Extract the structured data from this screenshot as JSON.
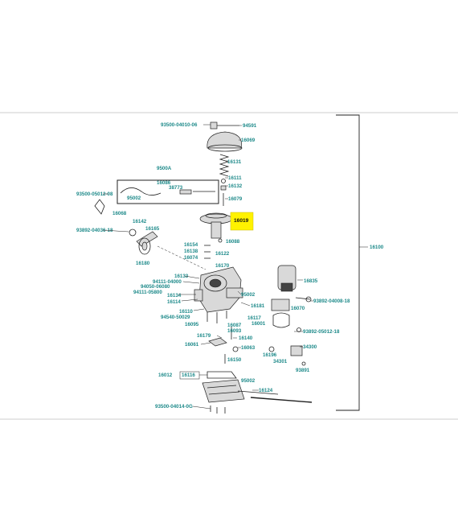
{
  "highlight": {
    "part": "16019",
    "color": "#fff200"
  },
  "label_color": "#1e8a8a",
  "main_label": "16100",
  "labels": [
    "93500-04010-06",
    "94591",
    "16069",
    "16131",
    "9500A",
    "16086",
    "16111",
    "38773",
    "16132",
    "93500-05012-08",
    "95002",
    "16079",
    "16068",
    "16142",
    "93892-04036-18",
    "16165",
    "16088",
    "16154",
    "16138",
    "16074",
    "16122",
    "16180",
    "16170",
    "16133",
    "94111-04000",
    "94050-06080",
    "94111-05800",
    "16134",
    "16114",
    "16110",
    "94540-50029",
    "16095",
    "95002",
    "16181",
    "16117",
    "16001",
    "16087",
    "16093",
    "16835",
    "93892-04008-18",
    "16070",
    "93892-05012-18",
    "16179",
    "16140",
    "16061",
    "16063",
    "34300",
    "16196",
    "34301",
    "93891",
    "16150",
    "16012",
    "16116",
    "95002",
    "16124",
    "93500-04014-0G"
  ]
}
